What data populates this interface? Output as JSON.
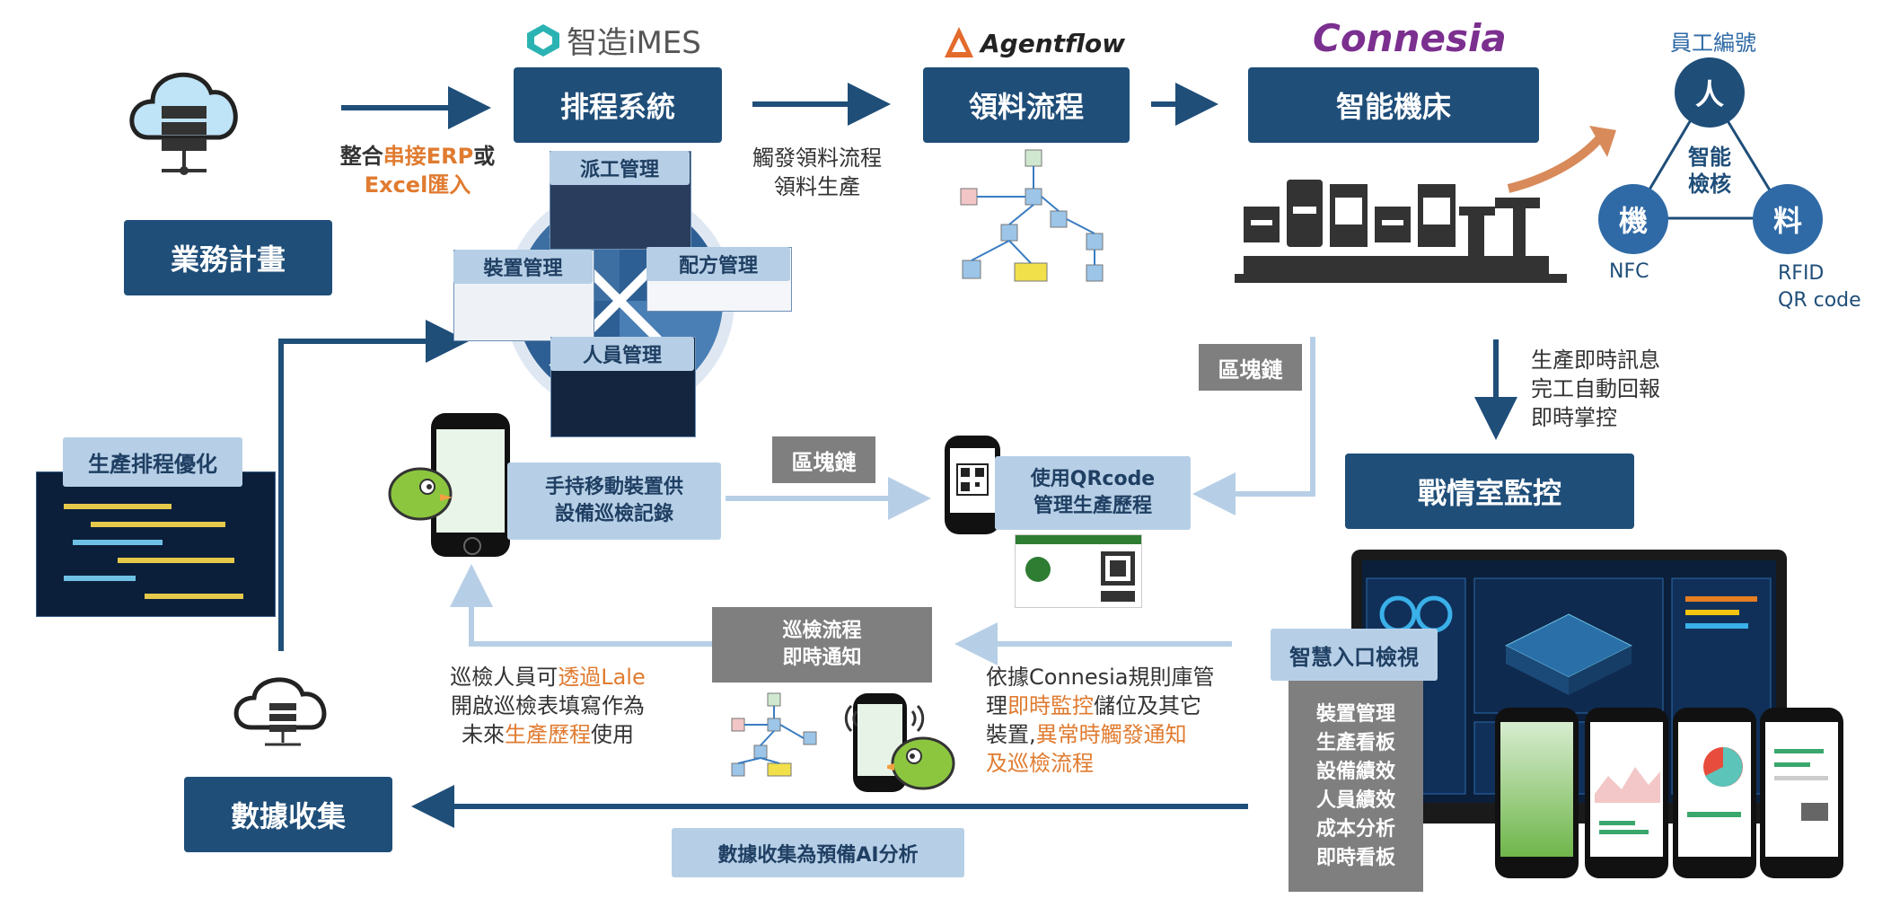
{
  "logos": {
    "imes": "智造iMES",
    "agentflow": "Agentflow",
    "connesia": "Connesia"
  },
  "boxes": {
    "business_plan": "業務計畫",
    "schedule_system": "排程系統",
    "material_flow": "領料流程",
    "smart_machine": "智能機床",
    "war_room": "戰情室監控",
    "data_collect": "數據收集",
    "production_opt": "生產排程優化",
    "qr_box_1": "使用QRcode",
    "qr_box_2": "管理生產歷程",
    "mobile_box_1": "手持移動裝置供",
    "mobile_box_2": "設備巡檢記錄",
    "patrol_notify_1": "巡檢流程",
    "patrol_notify_2": "即時通知",
    "smart_entry": "智慧入口檢視",
    "ai_note": "數據收集為預備AI分析",
    "blockchain_1": "區塊鏈",
    "blockchain_2": "區塊鏈"
  },
  "wheel": {
    "dispatch": "派工管理",
    "device": "裝置管理",
    "recipe": "配方管理",
    "personnel": "人員管理"
  },
  "texts": {
    "erp_1a": "整合",
    "erp_1b": "串接ERP",
    "erp_1c": "或",
    "erp_2a": "Excel",
    "erp_2b": "匯入",
    "trigger_1": "觸發領料流程",
    "trigger_2": "領料生產",
    "realtime_1": "生產即時訊息",
    "realtime_2": "完工自動回報",
    "realtime_3": "即時掌控",
    "patrol_1a": "巡檢人員可",
    "patrol_1b": "透過Lale",
    "patrol_2": "開啟巡檢表填寫作為",
    "patrol_3a": "未來",
    "patrol_3b": "生產歷程",
    "patrol_3c": "使用",
    "rule_1": "依據Connesia規則庫管",
    "rule_2a": "理",
    "rule_2b": "即時監控",
    "rule_2c": "儲位及其它",
    "rule_3a": "裝置,",
    "rule_3b": "異常時觸發通知",
    "rule_4": "及巡檢流程"
  },
  "entry_list": [
    "裝置管理",
    "生產看板",
    "設備績效",
    "人員績效",
    "成本分析",
    "即時看板"
  ],
  "triangle": {
    "title": "員工編號",
    "person": "人",
    "machine": "機",
    "material": "料",
    "center_1": "智能",
    "center_2": "檢核",
    "nfc": "NFC",
    "rfid": "RFID",
    "qr": "QR code"
  },
  "colors": {
    "navy": "#1f4e79",
    "light_blue": "#b7cfe6",
    "gray": "#7f7f7f",
    "orange": "#e07b30",
    "connesia_purple": "#7b2f8f"
  }
}
